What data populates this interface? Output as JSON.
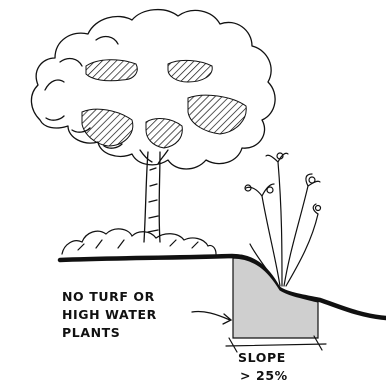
{
  "annotation": {
    "line1": "NO TURF OR",
    "line2": "HIGH WATER",
    "line3": "PLANTS"
  },
  "slope_label": {
    "line1": "SLOPE",
    "line2": "> 25%"
  },
  "colors": {
    "ink": "#111111",
    "slope_fill": "#cfcfcf",
    "background": "#ffffff"
  }
}
